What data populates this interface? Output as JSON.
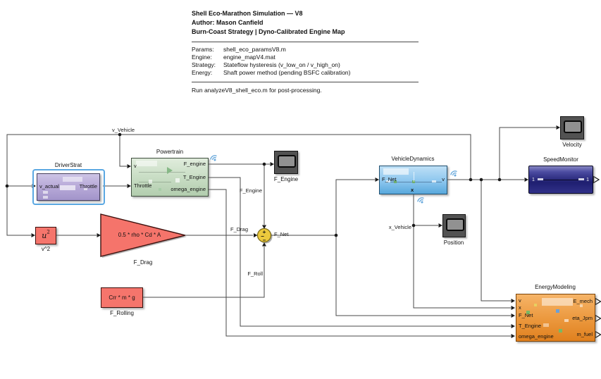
{
  "annotation": {
    "title_lines": [
      "Shell Eco-Marathon Simulation — V8",
      "Author: Mason Canfield",
      "Burn-Coast Strategy | Dyno-Calibrated Engine Map"
    ],
    "info_lines": [
      {
        "label": "Params:",
        "value": "shell_eco_paramsV8.m"
      },
      {
        "label": "Engine:",
        "value": "engine_mapV4.mat"
      },
      {
        "label": "Strategy:",
        "value": "Stateflow hysteresis (v_low_on / v_high_on)"
      },
      {
        "label": "Energy:",
        "value": "Shaft power method (pending BSFC calibration)"
      }
    ],
    "footer": "Run analyzeV8_shell_eco.m for post-processing."
  },
  "blocks": {
    "driverstrat": {
      "name": "DriverStrat",
      "in1": "v_actual",
      "out1": "Throttle"
    },
    "powertrain": {
      "name": "Powertrain",
      "in1": "v",
      "in2": "Throttle",
      "out1": "F_engine",
      "out2": "T_Engine",
      "out3": "omega_engine"
    },
    "velocity_squared": {
      "symbol": "u",
      "exponent": "2",
      "name": "v^2"
    },
    "drag_gain": {
      "expression": "0.5 * rho * Cd * A",
      "name": "F_Drag"
    },
    "rolling_resistance": {
      "expression": "Crr * m * g",
      "name": "F_Rolling"
    },
    "sum": {
      "sign_top": "+",
      "sign_left": "−",
      "sign_bottom": "−"
    },
    "vehicledynamics": {
      "name": "VehicleDynamics",
      "in1": "F_Net",
      "out1": "v",
      "out2": "x"
    },
    "speedmonitor": {
      "name": "SpeedMonitor",
      "port_in": "1",
      "port_out": "1"
    },
    "energymodeling": {
      "name": "EnergyModeling",
      "inputs": [
        "v",
        "x",
        "F_Net",
        "T_Engine",
        "omega_engine"
      ],
      "outputs": [
        "E_mech",
        "eta_Jpm",
        "m_fuel"
      ]
    },
    "scopes": {
      "f_engine": "F_Engine",
      "velocity": "Velocity",
      "position": "Position"
    }
  },
  "signal_labels": {
    "v_vehicle": "v_Vehicle",
    "f_engine": "F_Engine",
    "f_drag": "F_Drag",
    "f_net": "F_Net",
    "f_roll": "F_Roll",
    "x_vehicle": "x_Vehicle"
  },
  "colors": {
    "driverstrat_fill": "#b9abd9",
    "powertrain_fill": "#cbdfc7",
    "vehicledynamics_fill": "#8cc6ee",
    "speedmonitor_fill": "#2c2c80",
    "energymodeling_fill": "#ec9a40",
    "math_block_fill": "#f5756c",
    "sum_fill": "#ecc93d",
    "selection_highlight": "#5ba8e2",
    "logging_icon": "#4f9bd6",
    "wire": "#4a4a4a"
  }
}
